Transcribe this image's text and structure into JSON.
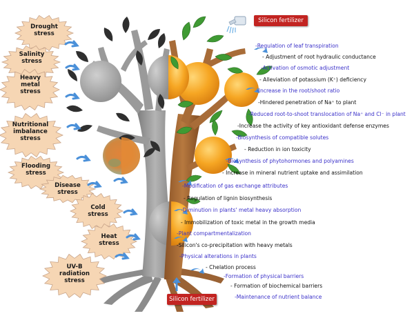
{
  "fertilizer": {
    "top_label": "Silicon fertilizer",
    "bottom_label": "Silicon fertilizer"
  },
  "stresses": [
    {
      "label": "Drought\nstress"
    },
    {
      "label": "Salinity\nstress"
    },
    {
      "label": "Heavy\nmetal\nstress"
    },
    {
      "label": "Nutritional\nimbalance\nstress"
    },
    {
      "label": "Flooding\nstress"
    },
    {
      "label": "Disease\nstress"
    },
    {
      "label": "Cold\nstress"
    },
    {
      "label": "Heat\nstress"
    },
    {
      "label": "UV-B\nradiation\nstress"
    }
  ],
  "effects": [
    {
      "text": "-Regulation of leaf transpiration",
      "color": "blue"
    },
    {
      "text": "- Adjustment of root hydraulic conductance",
      "color": "black"
    },
    {
      "text": "-Activation of osmotic adjustment",
      "color": "blue"
    },
    {
      "text": "- Alleviation of potassium (K⁺) deficiency",
      "color": "black"
    },
    {
      "text": "-Increase in the root/shoot ratio",
      "color": "blue"
    },
    {
      "text": "-Hindered penetration of Na⁺ to plant",
      "color": "black"
    },
    {
      "text": "-Reduced root-to-shoot translocation of Na⁺ and Cl⁻ in plant",
      "color": "blue"
    },
    {
      "text": "-Increase the activity of key antioxidant defense enzymes",
      "color": "black"
    },
    {
      "text": "-Biosynthesis of compatible solutes",
      "color": "blue"
    },
    {
      "text": "- Reduction in ion toxicity",
      "color": "black"
    },
    {
      "text": "-Biosynthesis of phytohormones and polyamines",
      "color": "blue"
    },
    {
      "text": "- Increase in mineral nutrient uptake and assimilation",
      "color": "black"
    },
    {
      "text": "-Modification of gas exchange attributes",
      "color": "blue"
    },
    {
      "text": "- Regulation of lignin biosynthesis",
      "color": "black"
    },
    {
      "text": "-Diminution in plants' metal heavy absorption",
      "color": "blue"
    },
    {
      "text": "- Immobilization of toxic metal in the growth media",
      "color": "black"
    },
    {
      "text": "-Plant compartmentalization",
      "color": "blue"
    },
    {
      "text": "-Silicon's co-precipitation with heavy metals",
      "color": "black"
    },
    {
      "text": "-Physical alterations in plants",
      "color": "blue"
    },
    {
      "text": "- Chelation process",
      "color": "black"
    },
    {
      "text": "-Formation of physical barriers",
      "color": "blue"
    },
    {
      "text": "- Formation of biochemical barriers",
      "color": "black"
    },
    {
      "text": "-Maintenance of nutrient balance",
      "color": "blue"
    }
  ],
  "colors": {
    "stress_fill": "#f6d6b4",
    "stress_stroke": "#c9a58a",
    "blue_text": "#3a30c9",
    "badge": "#c22421",
    "dead_tree": "#9c9c9c",
    "healthy_trunk": "#a66b37",
    "fruit": "#f6a623",
    "leaf": "#3f9a33",
    "dead_leaf": "#2f2f2f",
    "arrow": "#4a90d9"
  },
  "icons": {
    "fertilizer_top": "watering-can-icon",
    "fertilizer_bottom": "upward-arrow-icon",
    "stress_arrows": "curved-arrow-icon"
  }
}
